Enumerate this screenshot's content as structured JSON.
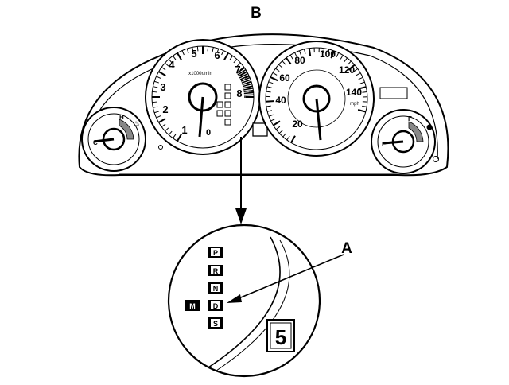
{
  "callouts": {
    "top": "B",
    "indicator": "A"
  },
  "tachometer": {
    "numbers": [
      "1",
      "2",
      "3",
      "4",
      "5",
      "6",
      "7",
      "8",
      "0"
    ],
    "unit": "x1000r/min"
  },
  "speedometer": {
    "numbers": [
      "20",
      "40",
      "60",
      "80",
      "100",
      "120",
      "140"
    ],
    "unit": "mph"
  },
  "temp_gauge": {
    "high_label": "H",
    "low_label": "C"
  },
  "fuel_gauge": {
    "full_label": "F",
    "empty_label": "E"
  },
  "gear_indicator": {
    "positions": [
      "P",
      "R",
      "N",
      "D",
      "S"
    ],
    "manual_label": "M",
    "digit": "5"
  }
}
